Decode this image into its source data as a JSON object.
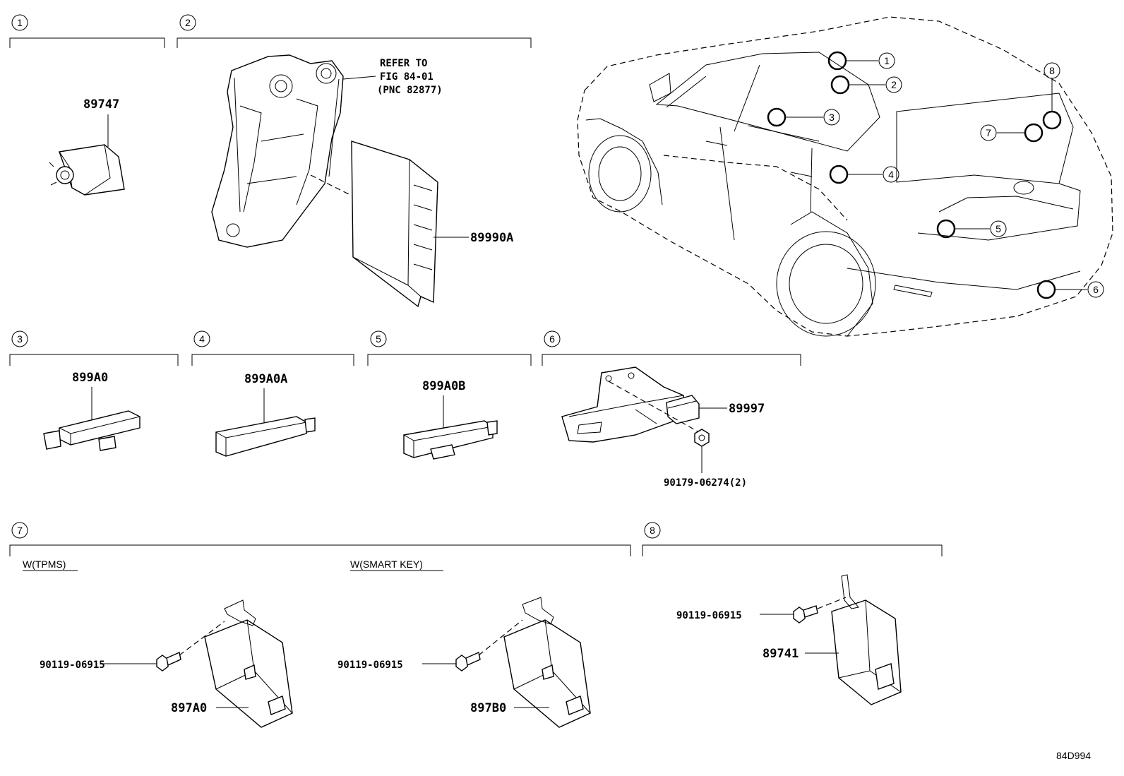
{
  "sections": [
    {
      "num": "1",
      "parts": [
        "89747"
      ]
    },
    {
      "num": "2",
      "parts": [
        "89990A"
      ],
      "refer": [
        "REFER TO",
        "FIG 84-01",
        "(PNC 82877)"
      ]
    },
    {
      "num": "3",
      "parts": [
        "899A0"
      ]
    },
    {
      "num": "4",
      "parts": [
        "899A0A"
      ]
    },
    {
      "num": "5",
      "parts": [
        "899A0B"
      ]
    },
    {
      "num": "6",
      "parts": [
        "89997",
        "90179-06274(2)"
      ]
    },
    {
      "num": "7",
      "captions": [
        "W(TPMS)",
        "W(SMART KEY)"
      ],
      "parts": [
        "90119-06915",
        "897A0",
        "90119-06915",
        "897B0"
      ]
    },
    {
      "num": "8",
      "parts": [
        "90119-06915",
        "89741"
      ]
    }
  ],
  "vehicle_callouts": [
    "1",
    "2",
    "3",
    "4",
    "5",
    "6",
    "7",
    "8"
  ],
  "diagram_code": "84D994"
}
